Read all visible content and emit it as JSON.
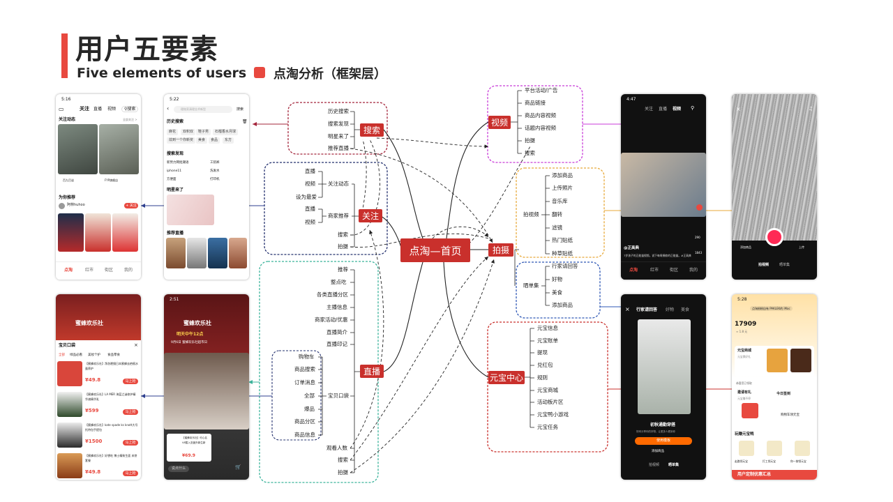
{
  "header": {
    "title": "用户五要素",
    "subtitle": "Five elements of users",
    "legend_label": "点淘分析（框架层）"
  },
  "center": {
    "label": "点淘—首页"
  },
  "branches": {
    "search": {
      "label": "搜索",
      "items": [
        "历史搜索",
        "搜索发现",
        "明星来了",
        "推荐直播"
      ]
    },
    "follow": {
      "label": "关注",
      "group_follow": {
        "label": "关注动态",
        "items": [
          "直播",
          "视频"
        ]
      },
      "setting": "设为最爱",
      "group_rec": {
        "label": "商家推荐",
        "items": [
          "直播",
          "视频"
        ]
      },
      "items": [
        "搜索",
        "拍摄"
      ]
    },
    "live": {
      "label": "直播",
      "items_top": [
        "推荐",
        "整点吃",
        "各类直播分区",
        "主播信息",
        "商家活动/优惠",
        "直播简介",
        "直播印记"
      ],
      "group_bag": {
        "label": "宝贝口袋",
        "items": [
          "购物车",
          "商品搜索",
          "订单消息",
          "全部",
          "爆品",
          "商品分区",
          "商品信息"
        ]
      },
      "items_bottom": [
        "观看人数",
        "搜索",
        "拍摄"
      ]
    },
    "video": {
      "label": "视频",
      "items": [
        "平台活动/广告",
        "商品链接",
        "商品内容视频",
        "话题内容视频",
        "拍摄",
        "搜索"
      ]
    },
    "shoot": {
      "label": "拍摄",
      "group_video": {
        "label": "拍视频",
        "items": [
          "添加商品",
          "上传照片",
          "音乐库",
          "翻转",
          "滤镜",
          "热门贴纸",
          "种草贴纸"
        ]
      },
      "group_share": {
        "label": "晒单集",
        "items": [
          "行家请回答",
          "好物",
          "美食",
          "添加商品"
        ]
      }
    },
    "yuanbao": {
      "label": "元宝中心",
      "items": [
        "元宝信息",
        "元宝账单",
        "提现",
        "兑红包",
        "规则",
        "元宝商城",
        "活动板片区",
        "元宝鸭小游戏",
        "元宝任务"
      ]
    }
  },
  "colors": {
    "accent": "#e8493f",
    "node": "#c9302c",
    "search_box": "#a3243a",
    "follow_box": "#23306e",
    "live_box": "#3bb39b",
    "video_box": "#c83bd8",
    "shoot_video_box": "#e8a93a",
    "shoot_share_box": "#2e57b5",
    "yuanbao_box": "#c9302c"
  },
  "phones": {
    "p1": {
      "time": "5:16",
      "tabs": [
        "关注",
        "直播",
        "视频"
      ],
      "search": "搜索",
      "section": "关注动态",
      "more": "全部关注 >",
      "shop1": "百九巴谈",
      "shop2": "FYP旗舰店",
      "rec_title": "为你推荐",
      "user": "阿林huhoo",
      "follow_btn": "+ 关注",
      "nav": [
        "点淘",
        "红市",
        "街区",
        "我的"
      ]
    },
    "p2": {
      "time": "5:22",
      "search_ph": "理账家清理业术新型",
      "search_btn": "搜索",
      "history_title": "历史搜索",
      "history_tags": [
        "麻花",
        "双积双",
        "鞋子男",
        "石榴香水月球",
        "炫到一个你新奖",
        "美食",
        "食品",
        "东方"
      ],
      "discover_title": "搜索发现",
      "discover_items": [
        "新势力网批潮语",
        "工装裤",
        "iphone11",
        "洗发水",
        "方便面",
        "打印机"
      ],
      "star_title": "明星来了",
      "live_title": "推荐直播"
    },
    "p3": {
      "event": "蜜蜂欢乐社",
      "bag_title": "宝贝口袋",
      "bag_tabs": [
        "全部",
        "绿品必看",
        "美妆个护",
        "食品零食"
      ],
      "items": [
        {
          "title": "【蜜蜂欢乐社】净洗晒镜日本蜜蜂去疤痕水蛋养护",
          "price": "¥49.8"
        },
        {
          "title": "【蜜蜂欢乐社】LA MER 海蓝之谜修护精华液精华乳",
          "price": "¥599"
        },
        {
          "title": "【蜜蜂欢乐社】kate spade ks knott大号托特包手提包",
          "price": "¥1500"
        },
        {
          "title": "【蜜蜂欢乐社】好想吃 博士精致生面 米饼套餐",
          "price": "¥49.8"
        }
      ],
      "buy": "马上抢"
    },
    "p4": {
      "time": "2:51",
      "event": "蜜蜂欢乐社",
      "date": "明天中午12点",
      "sub": "9月6日 蜜蜂欢乐社超市日",
      "product": "【蜜蜂欢乐社】可心名V8暂入亚盖外新生新",
      "price": "¥69.9",
      "input": "说点什么"
    },
    "p5": {
      "time": "4:47",
      "tabs": [
        "关注",
        "直播",
        "视频"
      ],
      "author": "@正高典",
      "desc": "7岁孩子的正能量视频，说下每周捐款的正能量。#正高典",
      "nav": [
        "点淘",
        "红市",
        "街区",
        "我的"
      ],
      "counts": [
        "290",
        "1843"
      ]
    },
    "p6": {
      "tabs": [
        "拍视频",
        "晒单集"
      ],
      "left": "添加商品",
      "right": "上传"
    },
    "p7": {
      "tabs": [
        "行家请回答",
        "好物",
        "美食"
      ],
      "caption": "初秋通勤穿搭",
      "sub": "快来分享你的好物，让更多人看到你",
      "button": "使用模板",
      "add": "添加商品",
      "bottom_tabs": [
        "拍视频",
        "晒单集"
      ]
    },
    "p8": {
      "time": "5:28",
      "banner": "点淘粉粉自有 PAKLEK的 iMac",
      "balance": "17909",
      "cash": "≈ 1.8 元",
      "mall": "元宝商城",
      "mall_sub": "元宝换好礼",
      "notice": "恭喜您已领取",
      "task1": "邀请有礼",
      "task1_sub": "元宝赚不停",
      "task2": "今日签到",
      "task3": "购物车领元宝",
      "play": "玩赚元宝鸭",
      "games": [
        "走路领元宝",
        "打工领元宝",
        "你一按领元宝"
      ],
      "footer": "用户定制优惠汇总"
    }
  }
}
